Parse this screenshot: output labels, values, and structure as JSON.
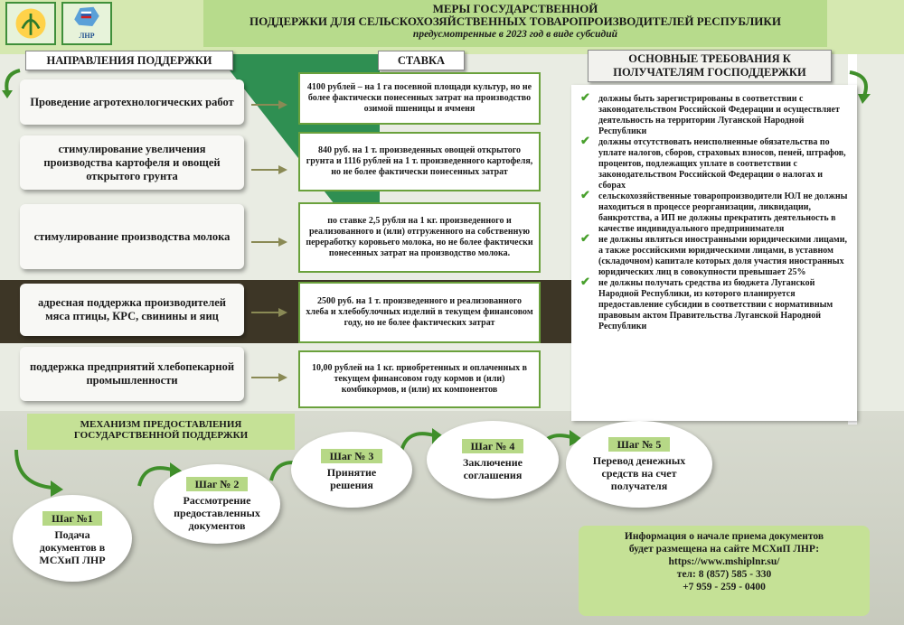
{
  "logos": {
    "left_alt": "Герб",
    "right_text": "ЛНР"
  },
  "title": {
    "line1": "МЕРЫ ГОСУДАРСТВЕННОЙ",
    "line2": "ПОДДЕРЖКИ ДЛЯ СЕЛЬСКОХОЗЯЙСТВЕННЫХ  ТОВАРОПРОИЗВОДИТЕЛЕЙ РЕСПУБЛИКИ",
    "subtitle": "предусмотренные в 2023 год в виде субсидий"
  },
  "headers": {
    "directions": "НАПРАВЛЕНИЯ  ПОДДЕРЖКИ",
    "rate": "СТАВКА",
    "requirements_l1": "ОСНОВНЫЕ  ТРЕБОВАНИЯ  К",
    "requirements_l2": "ПОЛУЧАТЕЛЯМ  ГОСПОДДЕРЖКИ"
  },
  "directions": [
    "Проведение агротехнологических работ",
    "стимулирование увеличения производства картофеля и овощей открытого грунта",
    "стимулирование производства молока",
    "адресная поддержка производителей мяса птицы, КРС, свинины и яиц",
    "поддержка предприятий хлебопекарной промышленности"
  ],
  "rates": [
    "4100 рублей – на 1 га посевной площади культур, но не более фактически понесенных затрат на производство озимой пшеницы и ячменя",
    "840 руб. на 1 т. произведенных овощей открытого грунта и 1116 рублей на 1 т. произведенного картофеля, но не более фактически понесенных затрат",
    "по ставке 2,5 рубля на 1 кг. произведенного и реализованного и (или) отгруженного на собственную переработку коровьего молока, но не более фактически понесенных затрат на производство молока.",
    "2500 руб. на 1 т. произведенного и реализованного хлеба и хлебобулочных изделий в текущем финансовом году, но не более фактических затрат",
    "10,00 рублей на 1 кг. приобретенных и оплаченных в текущем финансовом году кормов и (или) комбикормов, и (или) их компонентов"
  ],
  "requirements": [
    "должны быть зарегистрированы в соответствии с законодательством Российской Федерации и осуществляет деятельность на территории Луганской Народной Республики",
    "должны отсутствовать неисполненные обязательства по уплате налогов, сборов, страховых взносов, пеней, штрафов, процентов, подлежащих уплате в соответствии с законодательством Российской Федерации о налогах и сборах",
    "сельскохозяйственные товаропроизводители ЮЛ не должны находиться в процессе реорганизации, ликвидации, банкротства, а ИП не должны прекратить деятельность в качестве индивидуального предпринимателя",
    "не должны являться иностранными юридическими лицами, а также российскими юридическими лицами, в уставном (складочном) капитале которых доля участия иностранных юридических лиц в совокупности превышает 25%",
    "не должны получать средства из бюджета Луганской Народной Республики, из которого планируется предоставление субсидии в соответствии с нормативным правовым актом Правительства Луганской Народной Республики"
  ],
  "mechanism": {
    "l1": "МЕХАНИЗМ  ПРЕДОСТАВЛЕНИЯ",
    "l2": "ГОСУДАРСТВЕННОЙ ПОДДЕРЖКИ"
  },
  "steps": [
    {
      "label": "Шаг №1",
      "text": "Подача документов в МСХиП  ЛНР"
    },
    {
      "label": "Шаг № 2",
      "text": "Рассмотрение предоставленных документов"
    },
    {
      "label": "Шаг № 3",
      "text": "Принятие решения"
    },
    {
      "label": "Шаг № 4",
      "text": "Заключение соглашения"
    },
    {
      "label": "Шаг № 5",
      "text": "Перевод денежных средств на счет получателя"
    }
  ],
  "info": {
    "l1": "Информация  о начале приема документов",
    "l2": "будет размещена на сайте МСХиП ЛНР:",
    "url": "https://www.mshiplnr.su/",
    "phone1": "тел: 8 (857) 585 - 330",
    "phone2": "+7 959 - 259 - 0400"
  },
  "colors": {
    "accent_green": "#b7db8c",
    "check_green": "#48a02c",
    "dark_band": "#3d3626"
  }
}
